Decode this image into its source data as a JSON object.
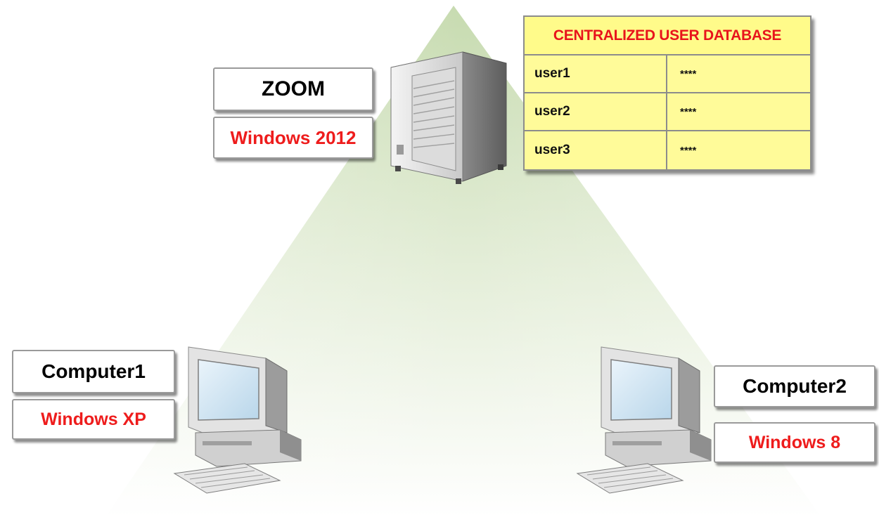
{
  "server": {
    "name": "ZOOM",
    "os": "Windows 2012"
  },
  "database": {
    "title": "CENTRALIZED USER DATABASE",
    "rows": [
      {
        "user": "user1",
        "password": "****"
      },
      {
        "user": "user2",
        "password": "****"
      },
      {
        "user": "user3",
        "password": "****"
      }
    ]
  },
  "computer1": {
    "name": "Computer1",
    "os": "Windows XP"
  },
  "computer2": {
    "name": "Computer2",
    "os": "Windows 8"
  },
  "colors": {
    "os_label": "#ee1c1c",
    "database_fill": "#fffb99",
    "database_title": "#e8141c",
    "triangle_fill": "#cfe0b8"
  },
  "icons": {
    "server": "tower-server-icon",
    "computer": "desktop-computer-icon"
  }
}
